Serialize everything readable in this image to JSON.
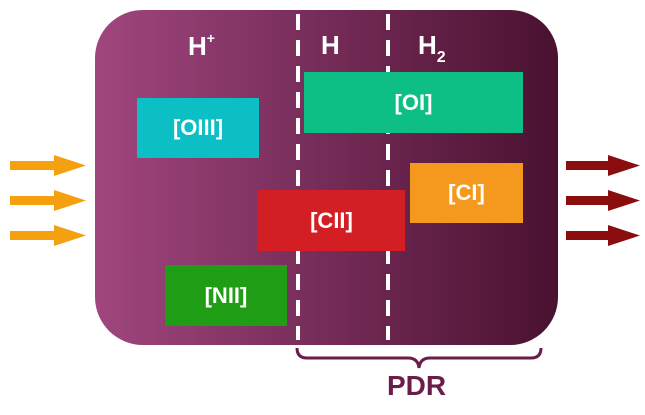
{
  "zones": {
    "ionized": {
      "base": "H",
      "sup": "+",
      "sub": ""
    },
    "atomic": {
      "base": "H",
      "sup": "",
      "sub": ""
    },
    "molecular": {
      "base": "H",
      "sup": "",
      "sub": "2"
    }
  },
  "species": {
    "oiii": {
      "label": "[OIII]",
      "color": "#0bbfc4"
    },
    "oi": {
      "label": "[OI]",
      "color": "#0dbf84"
    },
    "ci": {
      "label": "[CI]",
      "color": "#f5981e"
    },
    "cii": {
      "label": "[CII]",
      "color": "#d31f24"
    },
    "nii": {
      "label": "[NII]",
      "color": "#1f9e15"
    }
  },
  "pdr": {
    "label": "PDR",
    "color": "#6b1d4a"
  },
  "colors": {
    "cloud_left": "#a0467f",
    "cloud_right": "#4a1130",
    "arrow_in": "#f4a00f",
    "arrow_out": "#8b0e0e"
  }
}
